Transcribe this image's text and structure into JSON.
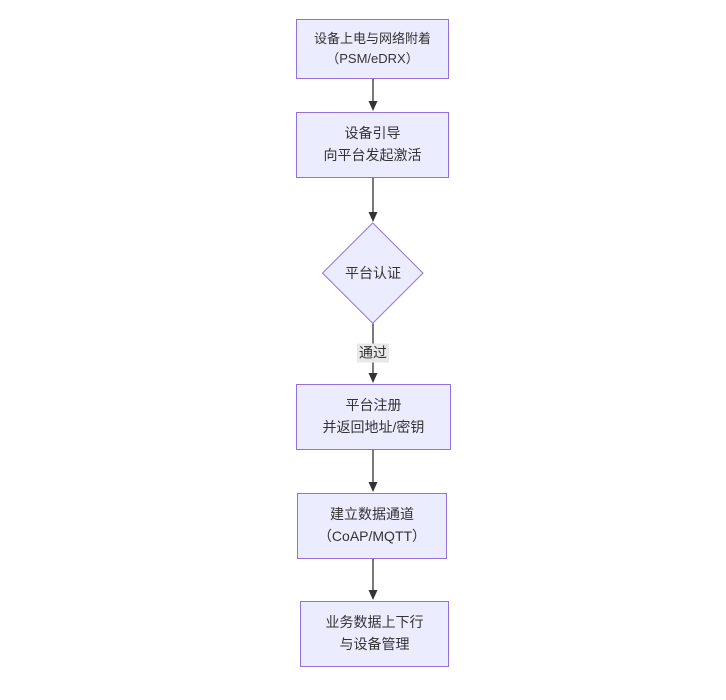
{
  "diagram": {
    "type": "flowchart",
    "direction": "top-down",
    "colors": {
      "background": "#ffffff",
      "node_fill": "#ECECFF",
      "node_border": "#9370DB",
      "node_text": "#333333",
      "edge_line": "#333333",
      "edge_label_background": "#e8e8e8"
    },
    "nodes": [
      {
        "id": "power-on",
        "shape": "rect",
        "label": "设备上电与网络附着\n（PSM/eDRX）"
      },
      {
        "id": "bootstrap",
        "shape": "rect",
        "label": "设备引导\n向平台发起激活"
      },
      {
        "id": "auth",
        "shape": "diamond",
        "label": "平台认证"
      },
      {
        "id": "register",
        "shape": "rect",
        "label": "平台注册\n并返回地址/密钥"
      },
      {
        "id": "data-channel",
        "shape": "rect",
        "label": "建立数据通道\n（CoAP/MQTT）"
      },
      {
        "id": "business",
        "shape": "rect",
        "label": "业务数据上下行\n与设备管理"
      }
    ],
    "edges": [
      {
        "from": "power-on",
        "to": "bootstrap",
        "label": ""
      },
      {
        "from": "bootstrap",
        "to": "auth",
        "label": ""
      },
      {
        "from": "auth",
        "to": "register",
        "label": "通过"
      },
      {
        "from": "register",
        "to": "data-channel",
        "label": ""
      },
      {
        "from": "data-channel",
        "to": "business",
        "label": ""
      }
    ]
  }
}
